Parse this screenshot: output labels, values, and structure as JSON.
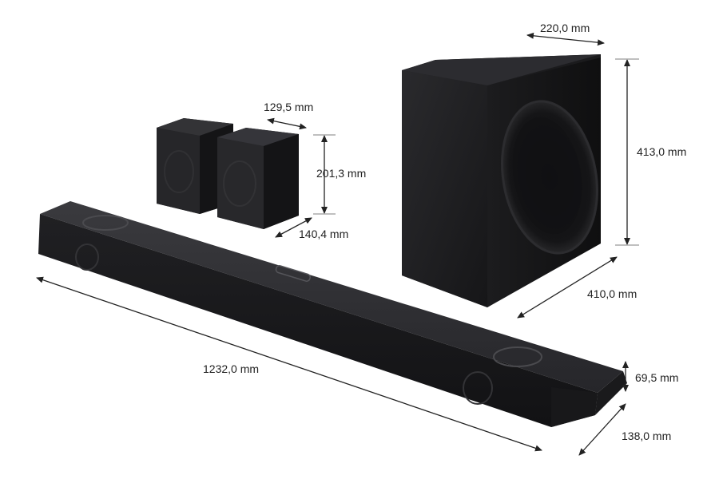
{
  "dimensions": {
    "sub_depth_top": "220,0 mm",
    "sub_height": "413,0 mm",
    "sub_depth_side": "410,0 mm",
    "rear_width": "129,5 mm",
    "rear_height": "201,3 mm",
    "rear_depth": "140,4 mm",
    "bar_width": "1232,0 mm",
    "bar_height": "69,5 mm",
    "bar_depth": "138,0 mm"
  },
  "colors": {
    "product_body": "#1b1b1d",
    "product_face": "#2a2a2d",
    "product_highlight": "#3a3a3e",
    "dimension_line": "#222222"
  },
  "icons": [
    "soundbar",
    "subwoofer",
    "rear-speaker",
    "rear-speaker",
    "dimension-arrow"
  ]
}
